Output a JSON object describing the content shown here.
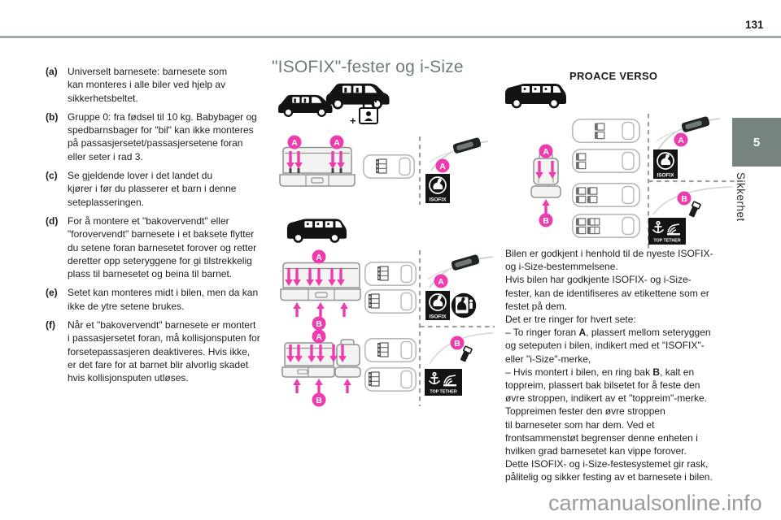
{
  "page": {
    "number": "131",
    "watermark": "carmanualsonline.info"
  },
  "tab": {
    "number": "5",
    "label": "Sikkerhet"
  },
  "colors": {
    "accent_magenta": "#ee3cae",
    "heading_grey": "#6e7c79",
    "tab_grey": "#77837f"
  },
  "footnotes": {
    "items": [
      {
        "label": "(a)",
        "text": "Universelt barnesete: barnesete som\nkan monteres i alle biler ved hjelp av\nsikkerhetsbeltet."
      },
      {
        "label": "(b)",
        "text": "Gruppe 0: fra fødsel til 10 kg. Babybager og\nspedbarnsbager for \"bil\" kan ikke monteres\npå passasjersetet/passasjersetene foran\neller seter i rad 3."
      },
      {
        "label": "(c)",
        "text": "Se gjeldende lover i det landet du\nkjører i før du plasserer et barn i denne\nseteplasseringen."
      },
      {
        "label": "(d)",
        "text": "For å montere et \"bakovervendt\" eller\n\"forovervendt\" barnesete i et baksete flytter\ndu setene foran barnesetet forover og retter\nderetter opp seteryggene for gi tilstrekkelig\nplass til barnesetet og beina til barnet."
      },
      {
        "label": "(e)",
        "text": "Setet kan monteres midt i bilen, men da kan\nikke de ytre setene brukes."
      },
      {
        "label": "(f)",
        "text": "Når et \"bakovervendt\" barnesete er montert\ni passasjersetet foran, må kollisjonsputen for\nforsetepassasjeren deaktiveres. Hvis ikke,\ner det fare for at barnet blir alvorlig skadet\nhvis kollisjonsputen utløses."
      }
    ]
  },
  "isofix_section": {
    "heading": "\"ISOFIX\"-fester og i-Size",
    "plus": "+",
    "marker_a": "A",
    "marker_b": "B",
    "badge_isofix": "ISOFIX",
    "badge_top_tether": "TOP TETHER"
  },
  "proace": {
    "heading": "PROACE VERSO",
    "body_runs": [
      {
        "text": "Bilen er godkjent i henhold til de nyeste ISOFIX-\nog i-Size-bestemmelsene.\nHvis bilen har godkjente ISOFIX- og i-Size-\nfester, kan de identifiseres av etikettene som er\nfestet på dem.\nDet er tre ringer for hvert sete:\n–  To ringer foran ",
        "bold": false
      },
      {
        "text": "A",
        "bold": true
      },
      {
        "text": ", plassert mellom seteryggen\nog seteputen i bilen, indikert med et \"ISOFIX\"-\neller \"i-Size\"-merke,\n–  Hvis montert i bilen, en ring bak ",
        "bold": false
      },
      {
        "text": "B",
        "bold": true
      },
      {
        "text": ", kalt en\ntoppreim, plassert bak bilsetet for å feste den\nøvre stroppen, indikert av et \"toppreim\"-merke.\nToppreimen fester den øvre stroppen\ntil barneseter som har dem. Ved et\nfrontsammenstøt begrenser denne enheten i\nhvilken grad barnesetet kan vippe forover.\nDette ISOFIX- og i-Size-festesystemet gir rask,\npålitelig og sikker festing av et barnesete i bilen.",
        "bold": false
      }
    ]
  }
}
